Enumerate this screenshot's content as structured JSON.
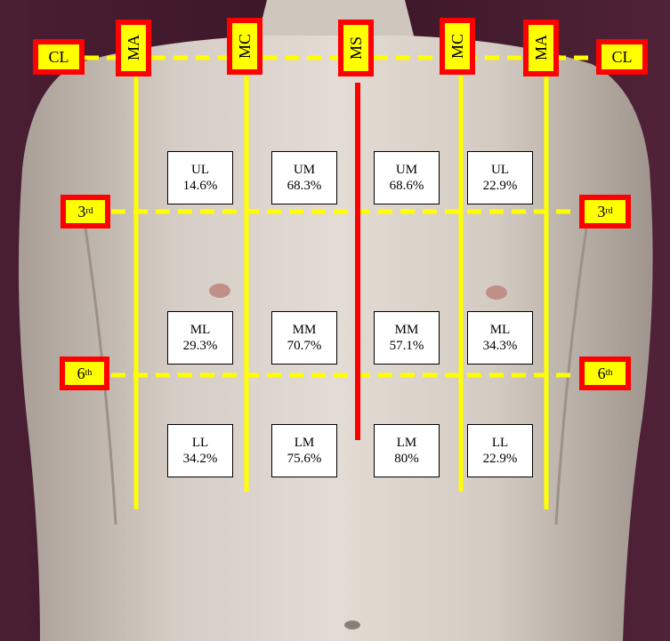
{
  "colors": {
    "line_yellow": "#ffff00",
    "line_red": "#ff0000",
    "tag_bg": "#ffff00",
    "tag_border": "#ff0000"
  },
  "labels": {
    "cl_left": "CL",
    "cl_right": "CL",
    "ma_left": "MA",
    "mc_left": "MC",
    "ms": "MS",
    "mc_right": "MC",
    "ma_right": "MA",
    "third_left": "3",
    "third_left_sup": "rd",
    "third_right": "3",
    "third_right_sup": "rd",
    "sixth_left": "6",
    "sixth_left_sup": "th",
    "sixth_right": "6",
    "sixth_right_sup": "th"
  },
  "cells": [
    {
      "region": "UL",
      "value": "14.6%"
    },
    {
      "region": "UM",
      "value": "68.3%"
    },
    {
      "region": "UM",
      "value": "68.6%"
    },
    {
      "region": "UL",
      "value": "22.9%"
    },
    {
      "region": "ML",
      "value": "29.3%"
    },
    {
      "region": "MM",
      "value": "70.7%"
    },
    {
      "region": "MM",
      "value": "57.1%"
    },
    {
      "region": "ML",
      "value": "34.3%"
    },
    {
      "region": "LL",
      "value": "34.2%"
    },
    {
      "region": "LM",
      "value": "75.6%"
    },
    {
      "region": "LM",
      "value": "80%"
    },
    {
      "region": "LL",
      "value": "22.9%"
    }
  ]
}
